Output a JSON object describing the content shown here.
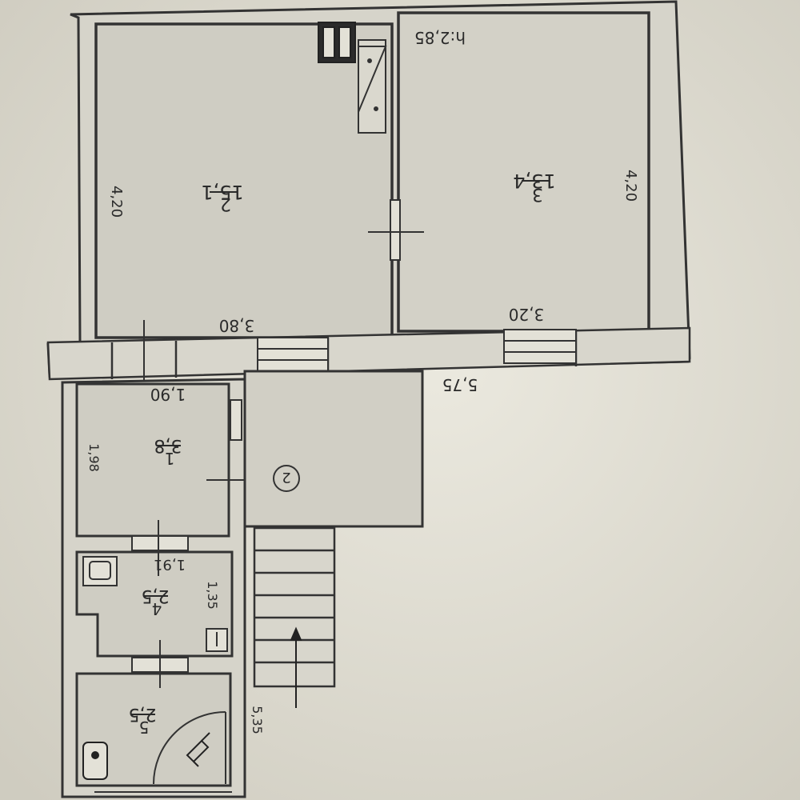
{
  "plan": {
    "ceiling_height": "h:2,85",
    "rooms": [
      {
        "number": "1",
        "area": "3,8"
      },
      {
        "number": "2",
        "area": "15,1"
      },
      {
        "number": "3",
        "area": "13,4"
      },
      {
        "number": "4",
        "area": "2,5"
      },
      {
        "number": "5",
        "area": "2,5"
      }
    ],
    "dimensions": {
      "room2_height": "4,20",
      "room2_width": "3,80",
      "room3_height": "4,20",
      "room3_width": "3,20",
      "total_width": "5,75",
      "room1_width": "1,90",
      "room1_height": "1,98",
      "room4_width": "1,91",
      "room4_height": "1,35",
      "annex_height": "5,35"
    },
    "space_marker": "2"
  }
}
